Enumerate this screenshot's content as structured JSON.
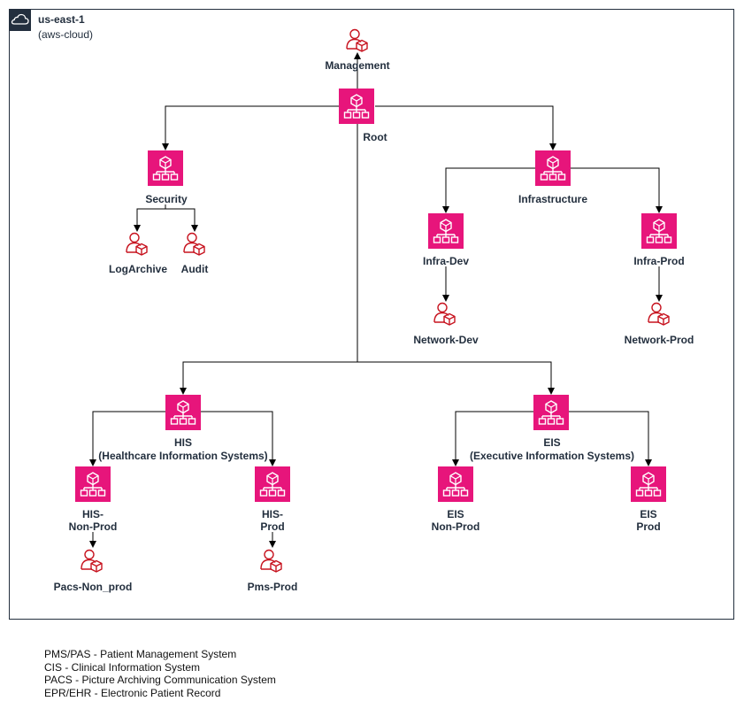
{
  "region": {
    "title": "us-east-1",
    "subtitle": "(aws-cloud)",
    "icon": "cloud-icon"
  },
  "colors": {
    "ou_fill": "#e7157b",
    "account_stroke": "#c7131f",
    "edge": "#000000",
    "label": "#232f3e",
    "region_border": "#232f3e"
  },
  "icons": {
    "organizational_unit": "organizational-unit-icon",
    "account": "account-icon"
  },
  "nodes": {
    "management": "Management",
    "root": "Root",
    "security": "Security",
    "logarchive": "LogArchive",
    "audit": "Audit",
    "infrastructure": "Infrastructure",
    "infra_dev": "Infra-Dev",
    "infra_prod": "Infra-Prod",
    "network_dev": "Network-Dev",
    "network_prod": "Network-Prod",
    "his_line1": "HIS",
    "his_line2": "(Healthcare Information Systems)",
    "eis_line1": "EIS",
    "eis_line2": "(Executive Information Systems)",
    "his_nonprod_line1": "HIS-",
    "his_nonprod_line2": "Non-Prod",
    "his_prod_line1": "HIS-",
    "his_prod_line2": "Prod",
    "eis_nonprod_line1": "EIS",
    "eis_nonprod_line2": "Non-Prod",
    "eis_prod_line1": "EIS",
    "eis_prod_line2": "Prod",
    "pacs_nonprod": "Pacs-Non_prod",
    "pms_prod": "Pms-Prod"
  },
  "legend": [
    "PMS/PAS - Patient Management System",
    "CIS - Clinical Information System",
    "PACS - Picture Archiving Communication System",
    "EPR/EHR - Electronic Patient Record"
  ]
}
